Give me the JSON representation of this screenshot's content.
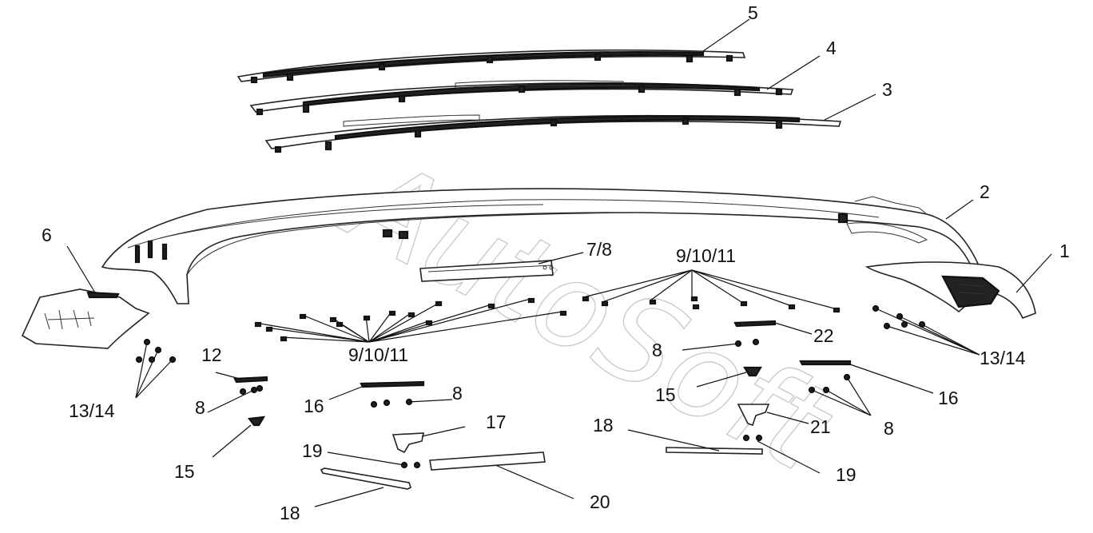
{
  "watermark": "AutoSoft",
  "callouts": {
    "c1": "1",
    "c2": "2",
    "c3": "3",
    "c4": "4",
    "c5": "5",
    "c6": "6",
    "c78": "7/8",
    "c91011_top": "9/10/11",
    "c91011_left": "9/10/11",
    "c8_a": "8",
    "c8_b": "8",
    "c8_c": "8",
    "c8_d": "8",
    "c12": "12",
    "c1314_left": "13/14",
    "c1314_right": "13/14",
    "c15_left": "15",
    "c15_right": "15",
    "c16_left": "16",
    "c16_right": "16",
    "c17": "17",
    "c18_left": "18",
    "c18_right": "18",
    "c19_left": "19",
    "c19_right": "19",
    "c20": "20",
    "c21": "21",
    "c22": "22"
  }
}
